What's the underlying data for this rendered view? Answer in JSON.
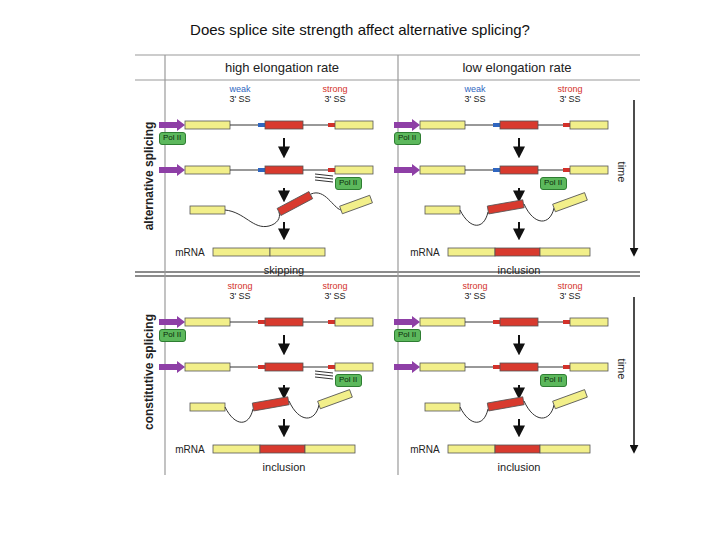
{
  "diagram": {
    "title": "Does splice site strength affect alternative splicing?",
    "nodes": [
      {
        "text": [
          "Pol II"
        ]
      },
      {
        "text": [
          "Pol II"
        ]
      },
      {
        "text": [
          "Pol II"
        ]
      },
      {
        "text": [
          "Pol II"
        ]
      },
      {
        "text": [
          "Pol II"
        ]
      },
      {
        "text": [
          "Pol II"
        ]
      },
      {
        "text": [
          "Pol II"
        ]
      },
      {
        "text": [
          "Pol II"
        ]
      }
    ],
    "labels": [
      "high elongation rate",
      "low elongation rate",
      "alternative splicing",
      "weak",
      "3' SS",
      "strong",
      "3' SS",
      "mRNA",
      "skipping",
      "weak",
      "3' SS",
      "strong",
      "3' SS",
      "mRNA",
      "inclusion",
      "time",
      "constitutive splicing",
      "strong",
      "3' SS",
      "strong",
      "3' SS",
      "mRNA",
      "inclusion",
      "strong",
      "3' SS",
      "strong",
      "3' SS",
      "mRNA",
      "inclusion",
      "time"
    ]
  }
}
